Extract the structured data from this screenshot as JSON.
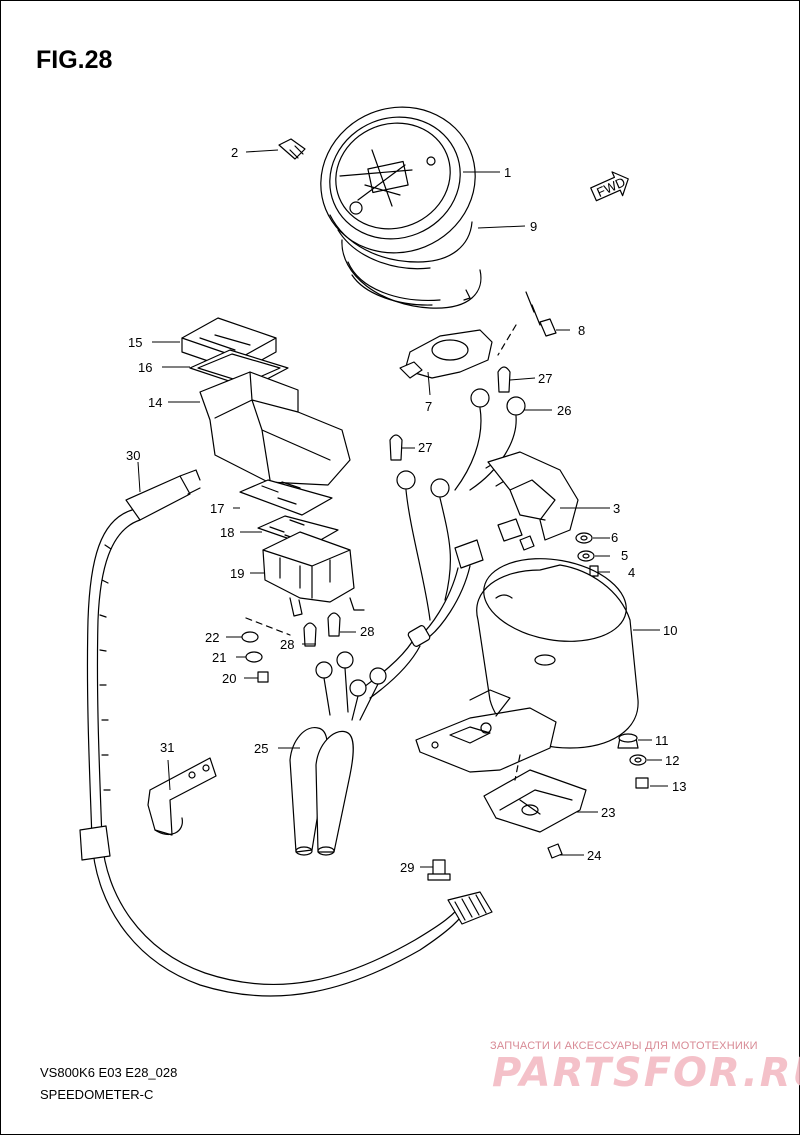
{
  "title": "FIG.28",
  "model_code": "VS800K6 E03 E28_028",
  "diagram_name": "SPEEDOMETER-C",
  "watermark": {
    "tagline": "ЗАПЧАСТИ И АКСЕССУАРЫ ДЛЯ МОТОТЕХНИКИ",
    "logo": "PARTSFOR.RU"
  },
  "fwd_label": "FWD",
  "callouts": [
    "1",
    "2",
    "3",
    "4",
    "5",
    "6",
    "7",
    "8",
    "9",
    "10",
    "11",
    "12",
    "13",
    "14",
    "15",
    "16",
    "17",
    "18",
    "19",
    "20",
    "21",
    "22",
    "23",
    "24",
    "25",
    "26",
    "27",
    "27",
    "28",
    "28",
    "29",
    "30",
    "31"
  ]
}
